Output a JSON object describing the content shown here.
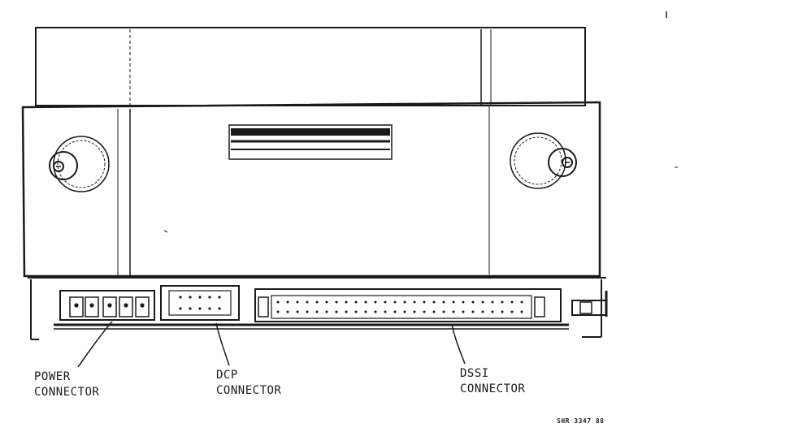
{
  "callouts": {
    "power": {
      "line1": "POWER",
      "line2": "CONNECTOR"
    },
    "dcp": {
      "line1": "DCP",
      "line2": "CONNECTOR"
    },
    "dssi": {
      "line1": "DSSI",
      "line2": "CONNECTOR"
    }
  },
  "figure_number": "SHR 3347 88",
  "colors": {
    "ink": "#1a1a1a",
    "paper": "#ffffff"
  }
}
